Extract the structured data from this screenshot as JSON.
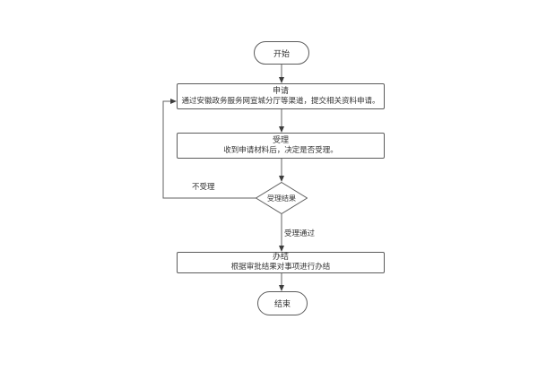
{
  "flowchart": {
    "colors": {
      "background": "#ffffff",
      "node_fill": "#ffffff",
      "node_border": "#5b5b5b",
      "line": "#616161",
      "arrowhead": "#3d3d3d",
      "text": "#333333"
    },
    "nodes": {
      "start": {
        "label": "开始"
      },
      "apply": {
        "title": "申请",
        "desc": "通过安徽政务服务网宣城分厅等渠道，提交相关资料申请。"
      },
      "accept": {
        "title": "受理",
        "desc": "收到申请材料后，决定是否受理。"
      },
      "decision": {
        "label": "受理结果"
      },
      "complete": {
        "title": "办结",
        "desc": "根据审批结果对事项进行办结"
      },
      "end": {
        "label": "结束"
      }
    },
    "edges": {
      "reject_label": "不受理",
      "pass_label": "受理通过"
    }
  }
}
